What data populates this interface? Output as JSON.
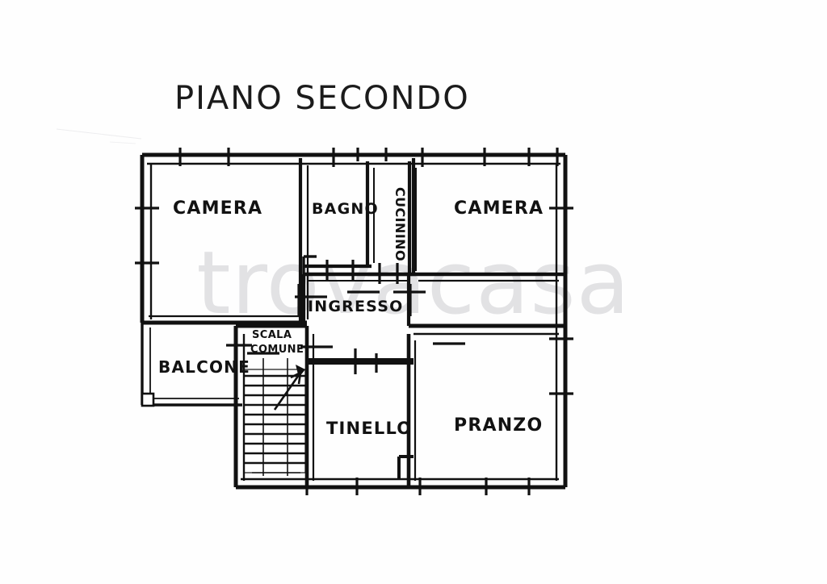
{
  "document": {
    "title": "PIANO SECONDO",
    "type": "floor-plan",
    "language": "it",
    "background_color": "#fefefe",
    "ink_color": "#121212"
  },
  "watermark": {
    "text": "trovacasa",
    "color": "#e2e2e4"
  },
  "rooms": [
    {
      "id": "camera-left",
      "label": "CAMERA"
    },
    {
      "id": "bagno",
      "label": "BAGNO"
    },
    {
      "id": "cucinino",
      "label": "CUCININO"
    },
    {
      "id": "camera-right",
      "label": "CAMERA"
    },
    {
      "id": "ingresso",
      "label": "INGRESSO"
    },
    {
      "id": "balcone",
      "label": "BALCONE"
    },
    {
      "id": "scala",
      "label_line1": "SCALA",
      "label_line2": "COMUNE"
    },
    {
      "id": "tinello",
      "label": "TINELLO"
    },
    {
      "id": "pranzo",
      "label": "PRANZO"
    }
  ],
  "labels": {
    "camera_left": "CAMERA",
    "bagno": "BAGNO",
    "cucinino": "CUCININO",
    "camera_right": "CAMERA",
    "ingresso": "INGRESSO",
    "balcone": "BALCONE",
    "scala_line1": "SCALA",
    "scala_line2": "COMUNE",
    "tinello": "TINELLO",
    "pranzo": "PRANZO"
  },
  "stairs": {
    "tread_count": 11,
    "direction_arrow": true
  }
}
